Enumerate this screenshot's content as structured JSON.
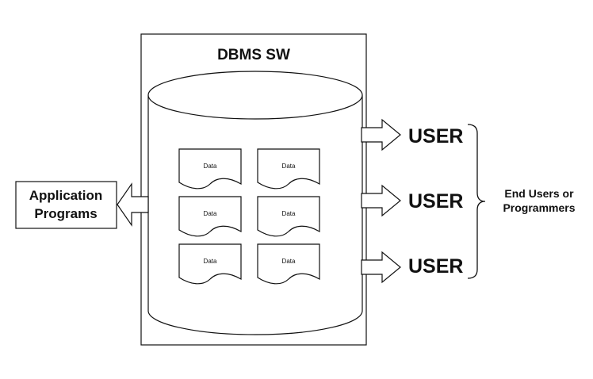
{
  "diagram": {
    "title": "DBMS SW",
    "application": {
      "line1": "Application",
      "line2": "Programs"
    },
    "documents": [
      "Data",
      "Data",
      "Data",
      "Data",
      "Data",
      "Data"
    ],
    "users": [
      "USER",
      "USER",
      "USER"
    ],
    "brace_label": {
      "line1": "End Users or",
      "line2": "Programmers"
    }
  }
}
